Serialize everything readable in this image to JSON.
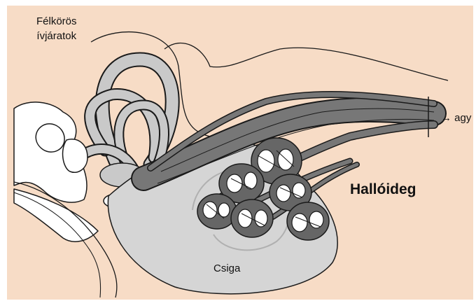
{
  "colors": {
    "background": "#F7DCC6",
    "cochlea": "#D5D5D5",
    "nerve": "#777777",
    "canal": "#C9C9C9",
    "outline": "#1A1A1A",
    "bone": "#FFFFFF"
  },
  "labels": {
    "canals_line1": "Félkörös",
    "canals_line2": "ívjáratok",
    "nerve": "Hallóideg",
    "cochlea": "Csiga",
    "brain": "→ agy"
  }
}
